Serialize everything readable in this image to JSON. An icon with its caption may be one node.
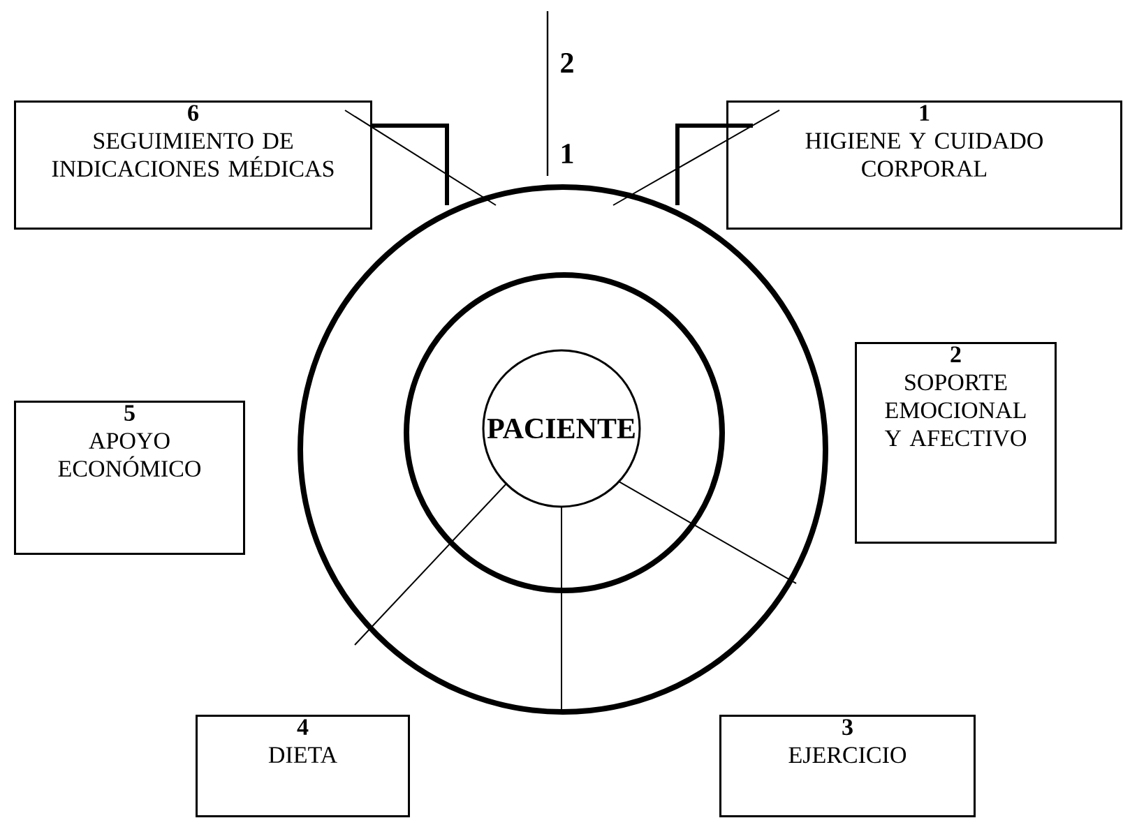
{
  "diagram": {
    "nodes": [
      {
        "text": [
          "6",
          "SEGUIMIENTO DE INDICACIONES MÉDICAS"
        ]
      },
      {
        "text": [
          "1",
          "HIGIENE Y CUIDADO CORPORAL"
        ]
      },
      {
        "text": [],
        "shape": "circle"
      },
      {
        "text": [],
        "shape": "circle",
        "in": 2
      },
      {
        "text": [
          "PACIENTE"
        ],
        "in": 3
      },
      {
        "text": [
          "2",
          "SOPORTE EMOCIONAL Y AFECTIVO"
        ]
      },
      {
        "text": [
          "5",
          "APOYO ECONÓMICO"
        ]
      },
      {
        "text": [
          "4",
          "DIETA"
        ]
      },
      {
        "text": [
          "3",
          "EJERCICIO"
        ]
      }
    ],
    "labels": [
      "2",
      "1"
    ]
  }
}
